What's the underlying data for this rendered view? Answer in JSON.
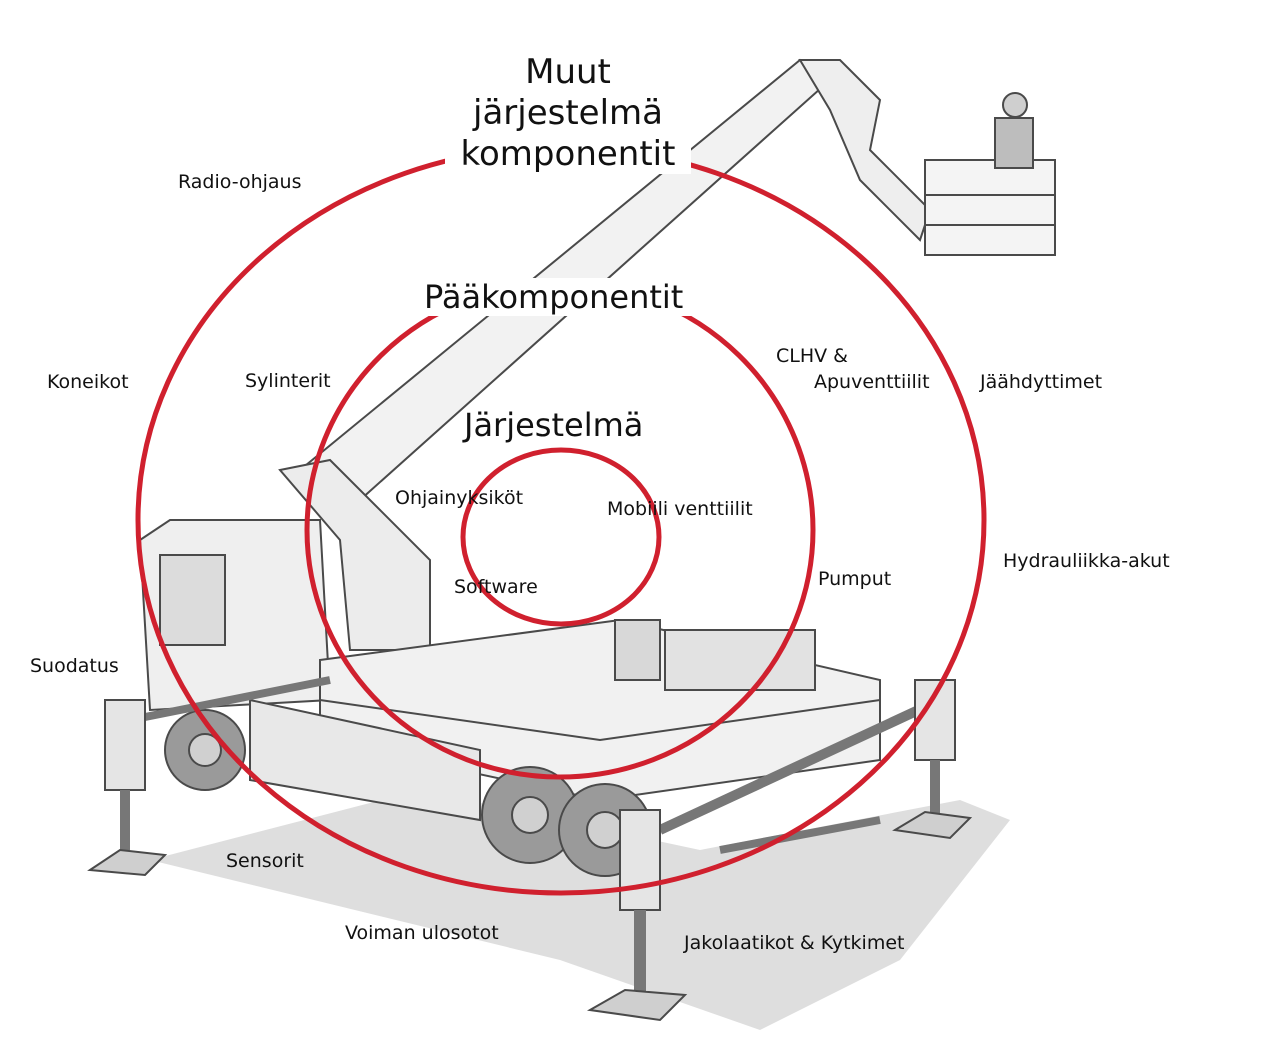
{
  "colors": {
    "ring": "#d0202e",
    "sketch": "#4a4a4a",
    "shade": "#cfcfcf",
    "text": "#111111"
  },
  "rings": {
    "outer_title": [
      "Muut",
      "järjestelmä",
      "komponentit"
    ],
    "middle_title": "Pääkomponentit",
    "inner_title": "Järjestelmä"
  },
  "labels": {
    "radio": "Radio-ohjaus",
    "koneikot": "Koneikot",
    "sylinterit": "Sylinterit",
    "clhv_1": "CLHV &",
    "clhv_2": "Apuventtiilit",
    "jaahdyttimet": "Jäähdyttimet",
    "ohjain": "Ohjainyksiköt",
    "mobiili": "Mobiili venttiilit",
    "software": "Software",
    "pumput": "Pumput",
    "hydrauliikka": "Hydrauliikka-akut",
    "suodatus": "Suodatus",
    "sensorit": "Sensorit",
    "voiman": "Voiman ulosotot",
    "jakolaatikot": "Jakolaatikot & Kytkimet"
  },
  "icons": {
    "illustration": "aerial-platform-truck-illustration"
  }
}
